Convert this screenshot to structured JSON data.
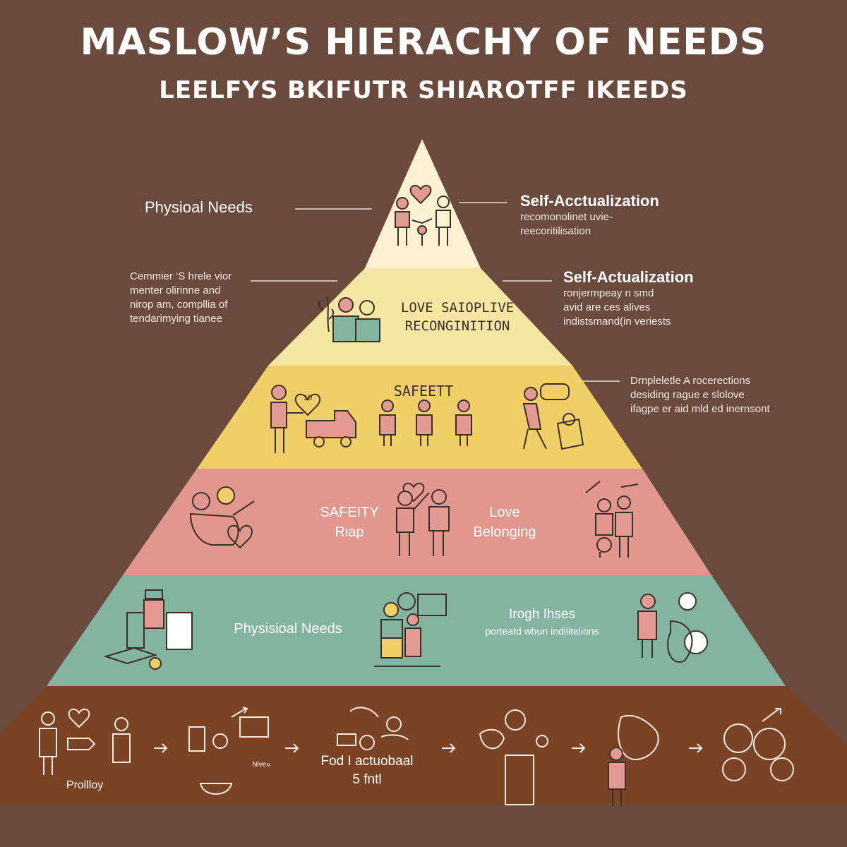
{
  "title": "MASLOW’S HIERACHY OF NEEDS",
  "subtitle": "LEELFYS BKIFUTR SHIAROTFF IKEEDS",
  "colors": {
    "background": "#6b4a3e",
    "tier1": "#fbf0d0",
    "tier2": "#f5e7a3",
    "tier3": "#f0cf68",
    "tier4": "#e2978e",
    "tier5": "#83b4a0",
    "tier6": "#7a4324",
    "line_art": "#3b2f2a",
    "accent_pink": "#e39a92"
  },
  "side_labels": {
    "left_top": "Physioal Needs",
    "left_middle": {
      "lines": [
        "Cemmier ‘S hrele vior",
        "menter olirinne and",
        "nirop am, compllia of",
        "tendarimying tianee"
      ]
    },
    "right_top": {
      "heading": "Self-Acctualization",
      "lines": [
        "recomonolinet uvie-",
        "reecoritilisation"
      ]
    },
    "right_second": {
      "heading": "Self-Actualization",
      "lines": [
        "ronjermpeay n smd",
        "avid are ces alives",
        "indistsmand(in veriests"
      ]
    },
    "right_third": {
      "lines": [
        "Drnpleletle A rocerections",
        "desiding rague e slolove",
        "ifagpe er aid mld ed inernsont"
      ]
    }
  },
  "tiers": {
    "tier2": {
      "line1": "LOVE SAIOPLIVE",
      "line2": "RECONGINITION"
    },
    "tier3": {
      "label": "SAFEETT",
      "heart_text": "10"
    },
    "tier4": {
      "left_line1": "SAFEITY",
      "left_line2": "Riap",
      "right_line1": "Love",
      "right_line2": "Belonging"
    },
    "tier5": {
      "left": "Physisioal Needs",
      "right_head": "Irogh Ihses",
      "right_body": "porteatd wbun indilitelions"
    },
    "tier6": {
      "label_left": "Prollloy",
      "arrow_note": "Nive»",
      "center_line1": "Fod I actuobaal",
      "center_line2": "5 fntl"
    }
  }
}
